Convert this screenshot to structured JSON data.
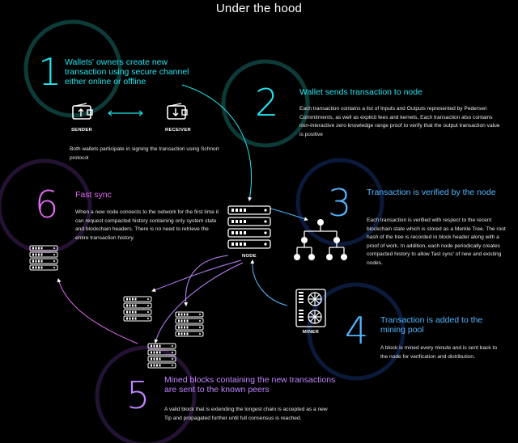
{
  "title": "Under the hood",
  "colors": {
    "cyan": "#22e4ee",
    "blue": "#53b6ff",
    "violet": "#c085ff",
    "pink": "#e26af2",
    "teal_ring": "#0d3b38",
    "navy_ring": "#0b1a3a",
    "purple_ring": "#241232"
  },
  "steps": [
    {
      "number": "1",
      "heading": "Wallets' owners create new transaction using secure channel either online or offline",
      "body": "Both wallets participate in signing the transaction using Schnorr protocol"
    },
    {
      "number": "2",
      "heading": "Wallet sends transaction to node",
      "body": "Each transaction contains a list of Inputs and Outputs represented by Pedersen Commitments, as well as explicit fees and kernels. Each transaction also contains non-interactive zero knowledge range proof to verify that the output transaction value is positive"
    },
    {
      "number": "3",
      "heading": "Transaction is verified by the node",
      "body": "Each transaction is verified with respect to the recent blockchain state which is stored as a Merkle Tree. The root hash of the tree is recorded in block header along with a proof of work. In addition, each node periodically creates compacted history to allow 'fast sync' of new and existing nodes."
    },
    {
      "number": "4",
      "heading": "Transaction is added to the mining pool",
      "body": "A block is mined every minute and is sent back to the node for verification and distribution."
    },
    {
      "number": "5",
      "heading": "Mined blocks containing the new transactions are sent to the known peers",
      "body": "A valid block that is extending the longest chain is accepted as a new Tip and propagated further until full consensus is reached."
    },
    {
      "number": "6",
      "heading": "Fast sync",
      "body": "When a new node connects to the network for the first time it can request compacted history containing only system state and blockchain headers. There is no need to retrieve the entire transaction history."
    }
  ],
  "labels": {
    "sender": "SENDER",
    "receiver": "RECEIVER",
    "node": "NODE",
    "miner": "MINER"
  },
  "icons": [
    "wallet-send-icon",
    "wallet-receive-icon",
    "double-arrow-icon",
    "server-stack-icon",
    "merkle-tree-icon",
    "miner-icon"
  ]
}
